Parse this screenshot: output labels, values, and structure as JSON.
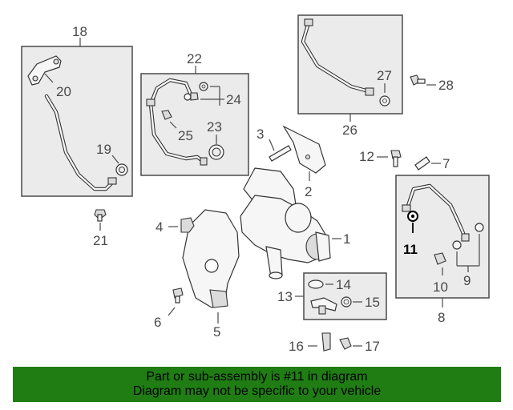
{
  "callouts": {
    "n1": "1",
    "n2": "2",
    "n3": "3",
    "n4": "4",
    "n5": "5",
    "n6": "6",
    "n7": "7",
    "n8": "8",
    "n9": "9",
    "n10": "10",
    "n11": "11",
    "n12": "12",
    "n13": "13",
    "n14": "14",
    "n15": "15",
    "n16": "16",
    "n17": "17",
    "n18": "18",
    "n19": "19",
    "n20": "20",
    "n21": "21",
    "n22": "22",
    "n23": "23",
    "n24": "24",
    "n25": "25",
    "n26": "26",
    "n27": "27",
    "n28": "28"
  },
  "highlighted_part": "11",
  "colors": {
    "footer_background": "#1f7d14",
    "box_fill": "#ebebeb",
    "line": "#4a4a4a"
  },
  "footer": {
    "line1": "Part or sub-assembly is #11 in diagram",
    "line2": "Diagram may not be specific to your vehicle"
  }
}
